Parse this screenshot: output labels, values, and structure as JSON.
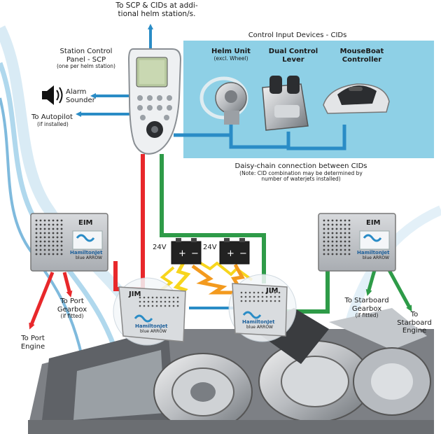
{
  "top_label": [
    "To SCP & CIDs at addi-",
    "tional helm station/s."
  ],
  "scp": {
    "title": [
      "Station Control",
      "Panel - SCP"
    ],
    "note": "(one per helm station)"
  },
  "cid_panel": {
    "title": "Control Input Devices - CIDs",
    "helm_unit": {
      "title": "Helm Unit",
      "note": "(excl. Wheel)"
    },
    "dual_lever": [
      "Dual Control",
      "Lever"
    ],
    "mouseboat": [
      "MouseBoat",
      "Controller"
    ]
  },
  "alarm": [
    "Alarm",
    "Sounder"
  ],
  "autopilot": {
    "title": "To Autopilot",
    "note": "(if installed)"
  },
  "daisy": {
    "title": "Daisy-chain connection between CIDs",
    "note": [
      "(Note: CID combination may be determined by",
      "number of waterjets installed)"
    ]
  },
  "eim_left": {
    "label": "EIM",
    "brand": "HamiltonJet",
    "sub": "blue ARROW"
  },
  "eim_right": {
    "label": "EIM",
    "brand": "HamiltonJet",
    "sub": "blue ARROW"
  },
  "jim_left": {
    "label": "JIM",
    "brand": "HamiltonJet",
    "sub": "blue ARROW"
  },
  "jim_right": {
    "label": "JIM",
    "brand": "HamiltonJet",
    "sub": "blue ARROW"
  },
  "battery_left": "24V",
  "battery_right": "24V",
  "port_gearbox": {
    "lines": [
      "To Port",
      "Gearbox"
    ],
    "note": "(if fitted)"
  },
  "port_engine": [
    "To Port",
    "Engine"
  ],
  "stbd_gearbox": {
    "lines": [
      "To Starboard",
      "Gearbox"
    ],
    "note": "(if fitted)"
  },
  "stbd_engine": [
    "To",
    "Starboard",
    "Engine"
  ],
  "colors": {
    "blue": "#2a8cc6",
    "red": "#e8282b",
    "green": "#2e9b48",
    "panel": "#8ed0e6",
    "bolt_yellow": "#f7d51d",
    "bolt_orange": "#f39a1e"
  }
}
